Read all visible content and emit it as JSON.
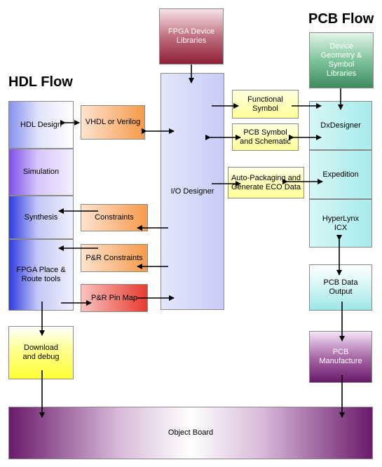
{
  "titles": {
    "hdl_flow": "HDL Flow",
    "pcb_flow": "PCB Flow"
  },
  "boxes": {
    "fpga_device_libraries": "FPGA Device Libraries",
    "io_designer": "I/O Designer",
    "hdl_design": "HDL Design",
    "simulation": "Simulation",
    "synthesis": "Synthesis",
    "fpga_place_route": "FPGA Place & Route tools",
    "vhdl_verilog": "VHDL or Verilog",
    "constraints": "Constraints",
    "pr_constraints": "P&R Constraints",
    "pr_pin_map": "P&R Pin Map",
    "download_debug": "Download and debug",
    "functional_symbol": "Functional Symbol",
    "pcb_symbol_schematic": "PCB Symbol and Schematic",
    "auto_packaging": "Auto-Packaging and Generate ECO Data",
    "device_geometry": "Device Geometry & Symbol Libraries",
    "dxdesigner": "DxDesigner",
    "expedition": "Expedition",
    "hyperlynx": "HyperLynx ICX",
    "pcb_data_output": "PCB Data Output",
    "pcb_manufacture": "PCB Manufacture",
    "object_board": "Object Board"
  },
  "colors": {
    "blue_box": "#c8ccf7",
    "purple_box": "#b58ef0",
    "orange_box": "#f79a4a",
    "yellow_box": "#ffff99",
    "teal_box": "#a7ecec",
    "green_box": "#4e9e6e",
    "maroon_box": "#8e1f35",
    "violet_box": "#7a1f7a"
  }
}
